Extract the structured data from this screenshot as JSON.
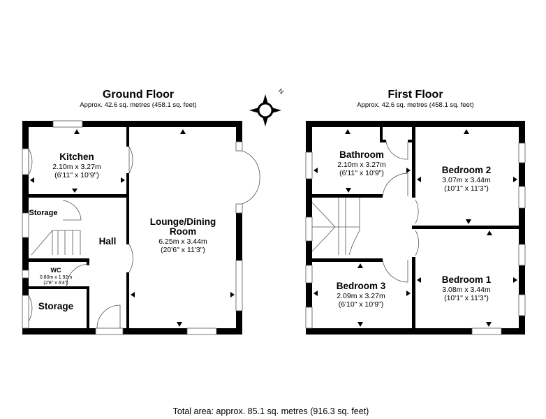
{
  "ground_floor": {
    "title": "Ground Floor",
    "area": "Approx. 42.6 sq. metres (458.1 sq. feet)",
    "rooms": {
      "kitchen": {
        "name": "Kitchen",
        "metric": "2.10m x 3.27m",
        "imperial": "(6'11\" x 10'9\")"
      },
      "lounge": {
        "name_line1": "Lounge/Dining",
        "name_line2": "Room",
        "metric": "6.25m x 3.44m",
        "imperial": "(20'6\" x 11'3\")"
      },
      "hall": {
        "name": "Hall"
      },
      "storage_upper": {
        "name": "Storage"
      },
      "wc": {
        "name": "WC",
        "metric": "0.80m x 1.92m",
        "imperial": "(2'8\" x 6'4\")"
      },
      "storage_lower": {
        "name": "Storage"
      }
    }
  },
  "first_floor": {
    "title": "First Floor",
    "area": "Approx. 42.6 sq. metres (458.1 sq. feet)",
    "rooms": {
      "bathroom": {
        "name": "Bathroom",
        "metric": "2.10m x 3.27m",
        "imperial": "(6'11\" x 10'9\")"
      },
      "bedroom2": {
        "name": "Bedroom 2",
        "metric": "3.07m x 3.44m",
        "imperial": "(10'1\" x 11'3\")"
      },
      "bedroom3": {
        "name": "Bedroom 3",
        "metric": "2.09m x 3.27m",
        "imperial": "(6'10\" x 10'9\")"
      },
      "bedroom1": {
        "name": "Bedroom 1",
        "metric": "3.08m x 3.44m",
        "imperial": "(10'1\" x 11'3\")"
      }
    }
  },
  "compass": {
    "label": "N"
  },
  "total_area": "Total area: approx. 85.1 sq. metres (916.3 sq. feet)"
}
